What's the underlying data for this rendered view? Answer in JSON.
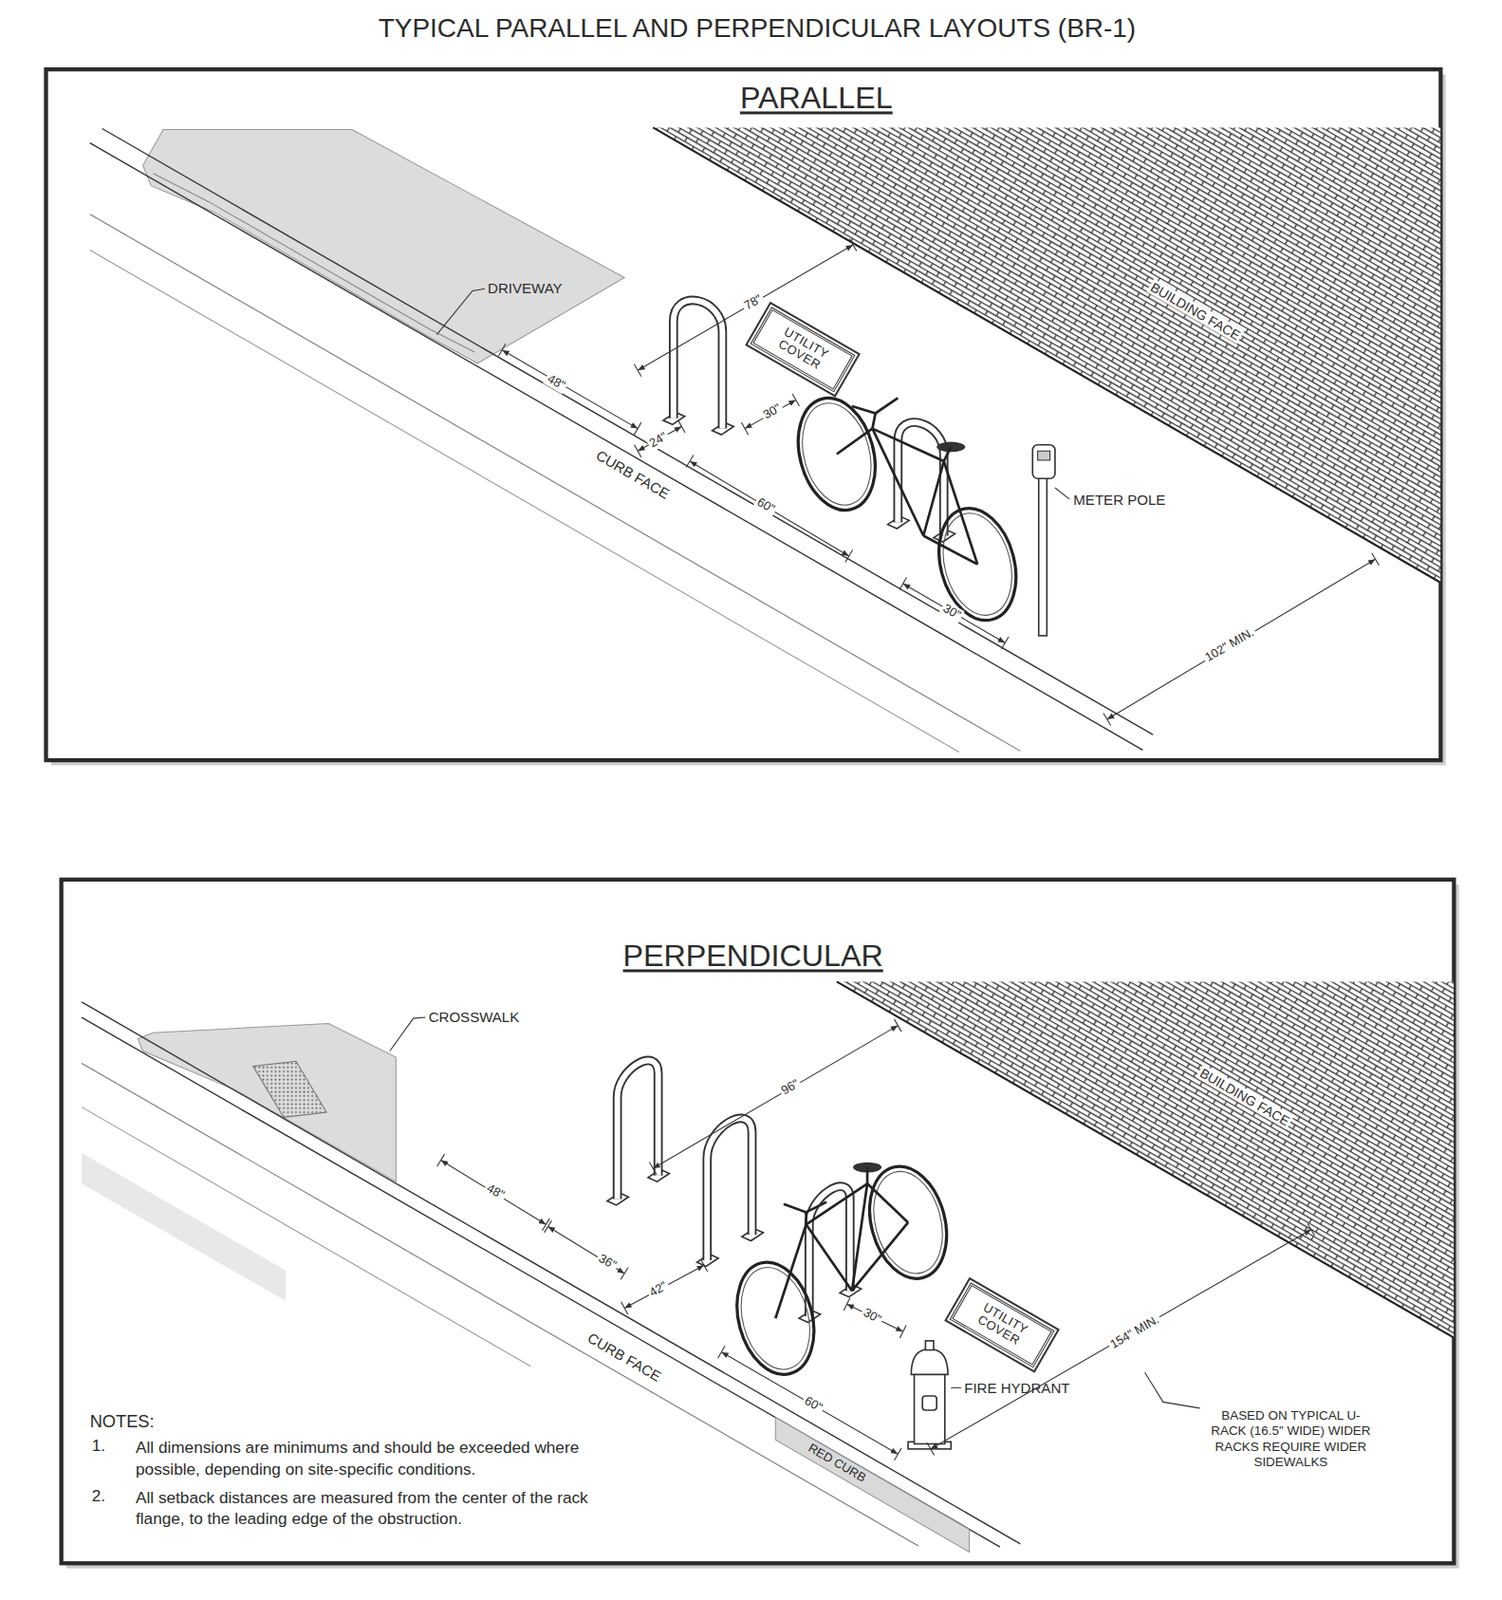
{
  "diagram": {
    "title": "TYPICAL PARALLEL AND PERPENDICULAR LAYOUTS (BR-1)",
    "nodes": [
      {
        "text": [
          "UTILITY COVER"
        ]
      },
      {
        "text": [
          "UTILITY COVER"
        ]
      }
    ],
    "labels": [
      "PARALLEL",
      "DRIVEWAY",
      "BUILDING FACE",
      "78\"",
      "48\"",
      "24\"",
      "30\"",
      "CURB FACE",
      "60\"",
      "30\"",
      "METER POLE",
      "102\" MIN.",
      "PERPENDICULAR",
      "CROSSWALK",
      "BUILDING FACE",
      "96\"",
      "48\"",
      "36\"",
      "42\"",
      "30\"",
      "CURB FACE",
      "60\"",
      "FIRE HYDRANT",
      "154\" MIN.",
      "BASED ON TYPICAL U-RACK (16.5\" WIDE) WIDER RACKS REQUIRE WIDER SIDEWALKS",
      "RED CURB",
      "NOTES:",
      "1.",
      "All dimensions are minimums and should be exceeded where possible, depending on site-specific conditions.",
      "2.",
      "All setback distances are measured from the center of the rack flange, to the leading edge of the obstruction."
    ]
  }
}
